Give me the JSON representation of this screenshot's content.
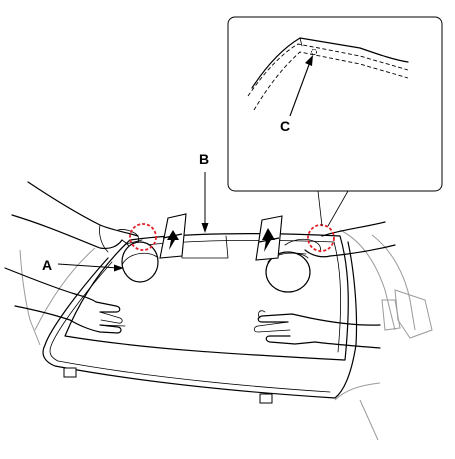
{
  "labels": {
    "a": "A",
    "b": "B",
    "c": "C"
  },
  "colors": {
    "line": "#000000",
    "highlight": "#e31e24",
    "background": "#ffffff"
  }
}
